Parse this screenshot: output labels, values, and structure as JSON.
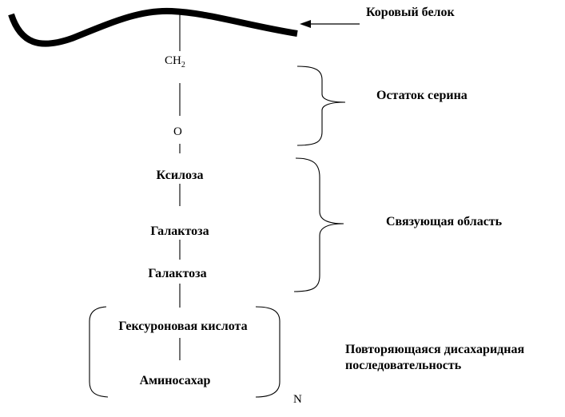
{
  "labels": {
    "core_protein": "Коровый белок",
    "ch2_main": "CH",
    "ch2_sub": "2",
    "oxygen": "O",
    "serine_residue": "Остаток серина",
    "xylose": "Ксилоза",
    "galactose_1": "Галактоза",
    "galactose_2": "Галактоза",
    "linkage_region": "Связующая область",
    "hexuronic_acid": "Гексуроновая кислота",
    "amino_sugar": "Аминосахар",
    "repeat_index": "N",
    "repeating_line1": "Повторяющаяся дисахаридная",
    "repeating_line2": "последовательность"
  },
  "colors": {
    "ink": "#000000",
    "background": "#ffffff"
  }
}
